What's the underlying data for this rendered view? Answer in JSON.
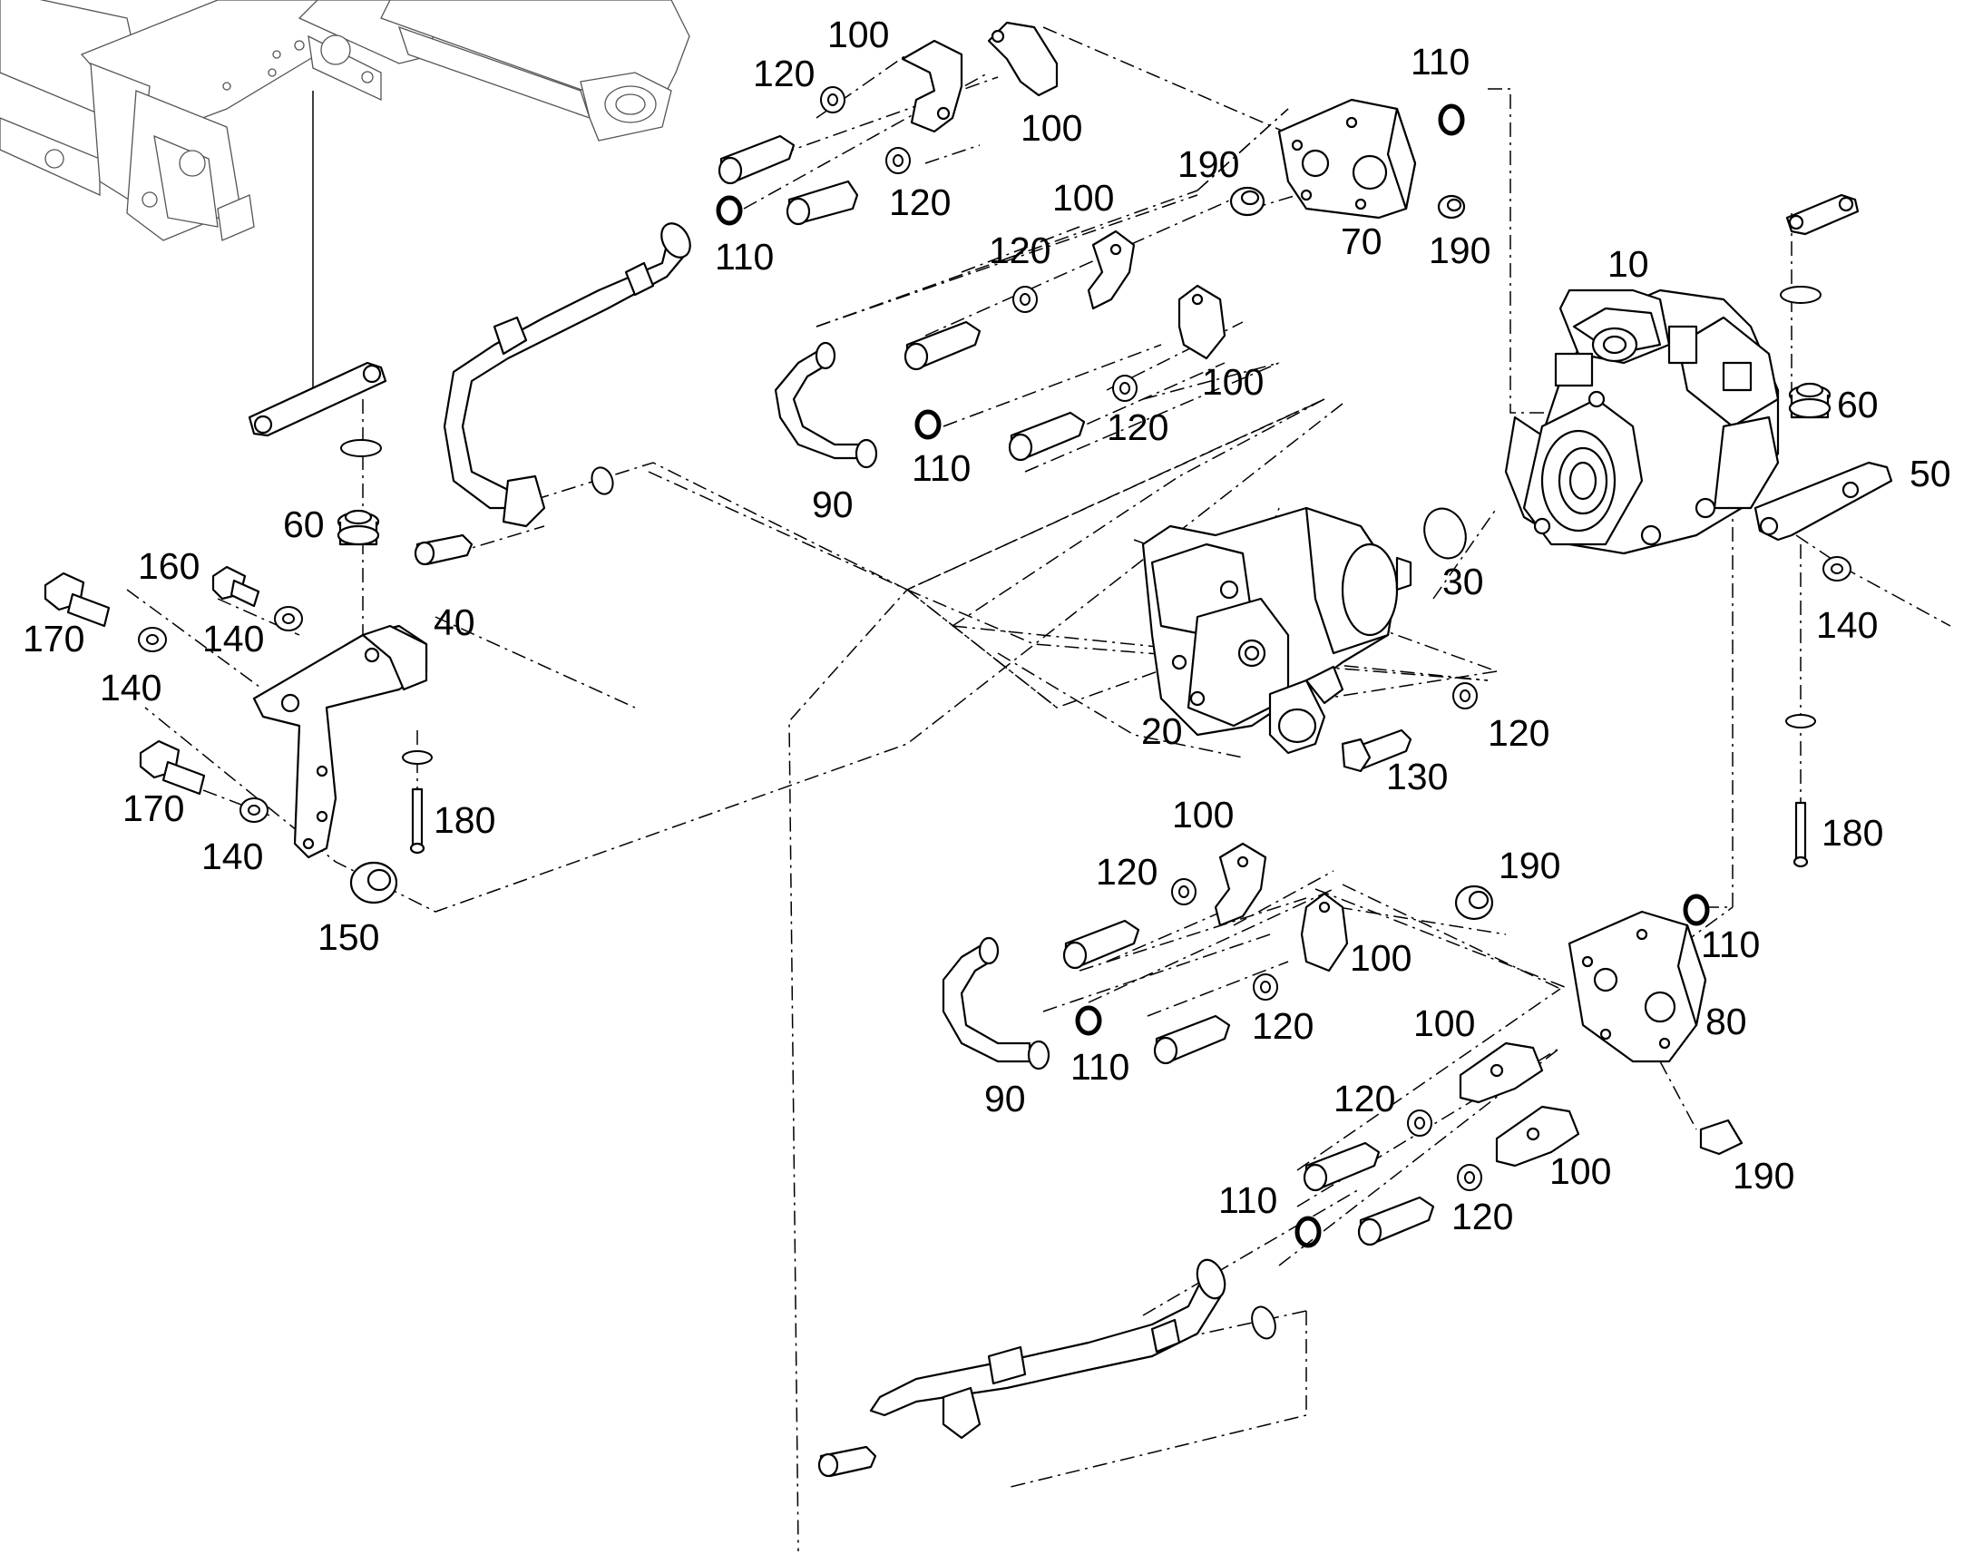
{
  "labels": {
    "p10": "10",
    "p20": "20",
    "p30": "30",
    "p40": "40",
    "p50": "50",
    "p60a": "60",
    "p60b": "60",
    "p70": "70",
    "p80": "80",
    "p90a": "90",
    "p90b": "90",
    "p100a": "100",
    "p100b": "100",
    "p100c": "100",
    "p100d": "100",
    "p100e": "100",
    "p100f": "100",
    "p100g": "100",
    "p100h": "100",
    "p110a": "110",
    "p110b": "110",
    "p110c": "110",
    "p110d": "110",
    "p110e": "110",
    "p110f": "110",
    "p120a": "120",
    "p120b": "120",
    "p120c": "120",
    "p120d": "120",
    "p120e": "120",
    "p120f": "120",
    "p120g": "120",
    "p120h": "120",
    "p120i": "120",
    "p130": "130",
    "p140a": "140",
    "p140b": "140",
    "p140c": "140",
    "p140d": "140",
    "p150": "150",
    "p160": "160",
    "p170a": "170",
    "p170b": "170",
    "p180a": "180",
    "p180b": "180",
    "p190a": "190",
    "p190b": "190",
    "p190c": "190",
    "p190d": "190"
  }
}
